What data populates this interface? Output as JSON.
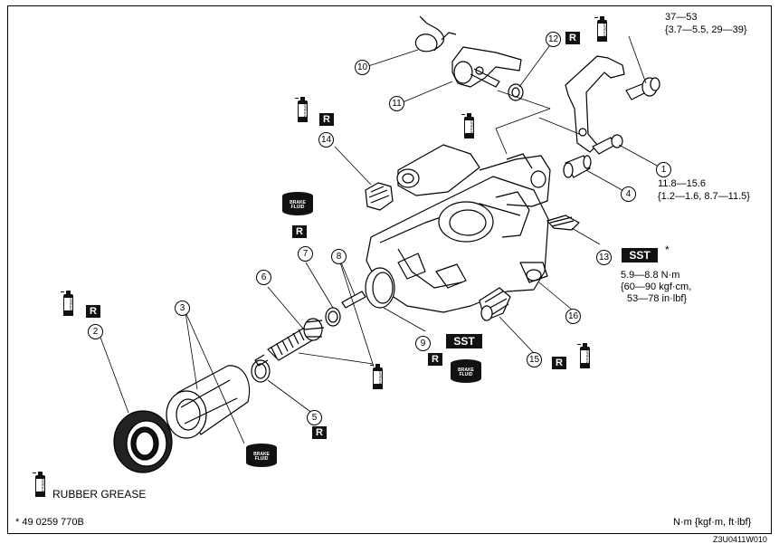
{
  "part_numbers": [
    "1",
    "2",
    "3",
    "4",
    "5",
    "6",
    "7",
    "8",
    "9",
    "10",
    "11",
    "12",
    "13",
    "14",
    "15",
    "16"
  ],
  "torque": {
    "bracket_bolt": [
      "37—53",
      "{3.7—5.5, 29—39}"
    ],
    "guide_bolt": [
      "11.8—15.6",
      "{1.2—1.6, 8.7—11.5}"
    ],
    "bleeder": [
      "5.9—8.8 N·m",
      "{60—90 kgf·cm,",
      "53—78 in·lbf}"
    ]
  },
  "symbols": {
    "replace": "R",
    "special_tool": "SST",
    "special_tool_mark": "*",
    "grease_can_label": "GREASE",
    "brake_fluid_label": "BRAKE FLUID"
  },
  "legend": {
    "rubber_grease": "RUBBER GREASE",
    "sst_number": "* 49 0259 770B",
    "units": "N·m {kgf·m, ft·lbf}"
  },
  "figure_code": "Z3U0411W010"
}
